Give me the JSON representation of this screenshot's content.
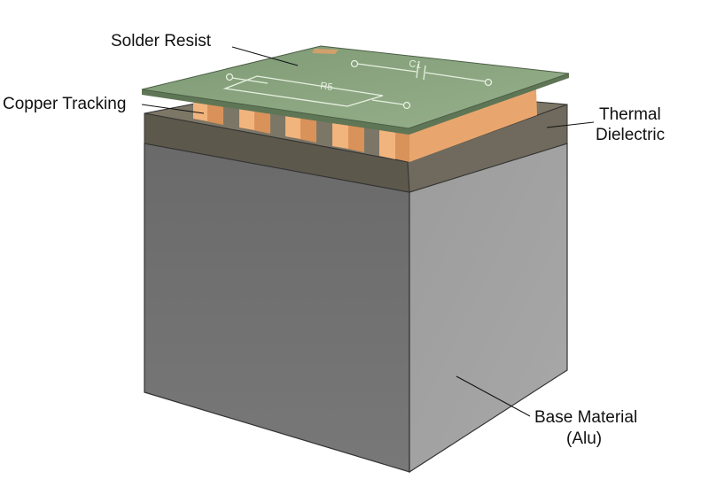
{
  "labels": {
    "solder_resist": "Solder Resist",
    "copper_tracking": "Copper Tracking",
    "thermal_line1": "Thermal",
    "thermal_line2": "Dielectric",
    "base_line1": "Base Material",
    "base_line2": "(Alu)"
  },
  "board_markings": {
    "resistor": "R5",
    "capacitor": "C1"
  },
  "colors": {
    "solder_resist": "#8aa580",
    "copper": "#f1b37c",
    "dielectric": "#6a6456",
    "base_front": "#6e6e6e",
    "base_side": "#9a9a9a"
  }
}
